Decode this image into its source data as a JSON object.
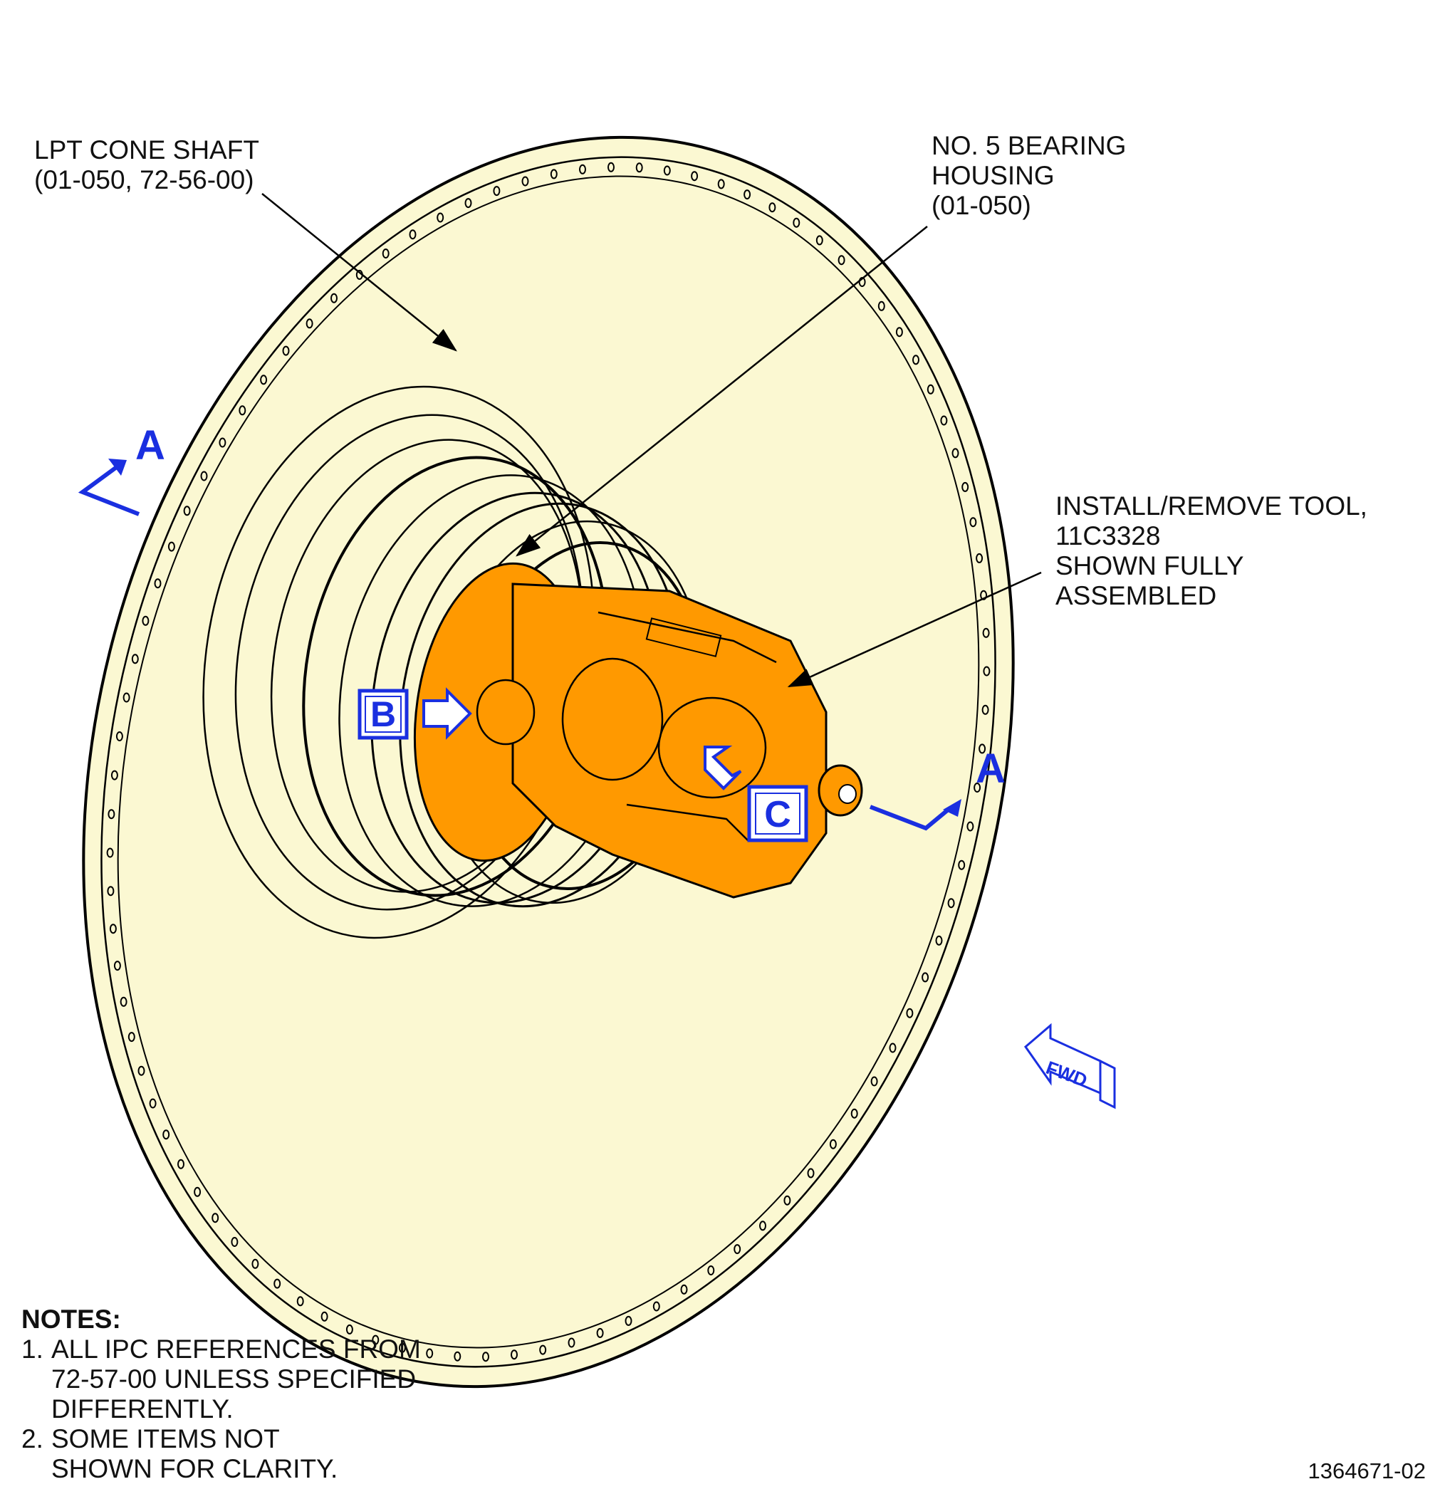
{
  "callouts": {
    "lpt_cone_shaft": [
      "LPT CONE SHAFT",
      "(01-050, 72-56-00)"
    ],
    "bearing_housing": [
      "NO. 5 BEARING",
      "HOUSING",
      "(01-050)"
    ],
    "tool": [
      "INSTALL/REMOVE TOOL,",
      "11C3328",
      "SHOWN FULLY",
      "ASSEMBLED"
    ]
  },
  "section_marks": {
    "top_left": "A",
    "right": "A"
  },
  "detail_refs": {
    "b": "B",
    "c": "C"
  },
  "fwd_label": "FWD",
  "notes": {
    "title": "NOTES:",
    "items": [
      {
        "num": "1.",
        "lines": [
          "ALL IPC REFERENCES FROM",
          "72-57-00 UNLESS SPECIFIED",
          "DIFFERENTLY."
        ]
      },
      {
        "num": "2.",
        "lines": [
          "SOME ITEMS NOT",
          "SHOWN FOR CLARITY."
        ]
      }
    ]
  },
  "figure_number": "1364671-02",
  "colors": {
    "disk_fill": "#fbf8d2",
    "tool_fill": "#ff9900",
    "callout_blue": "#1a2fe0"
  }
}
